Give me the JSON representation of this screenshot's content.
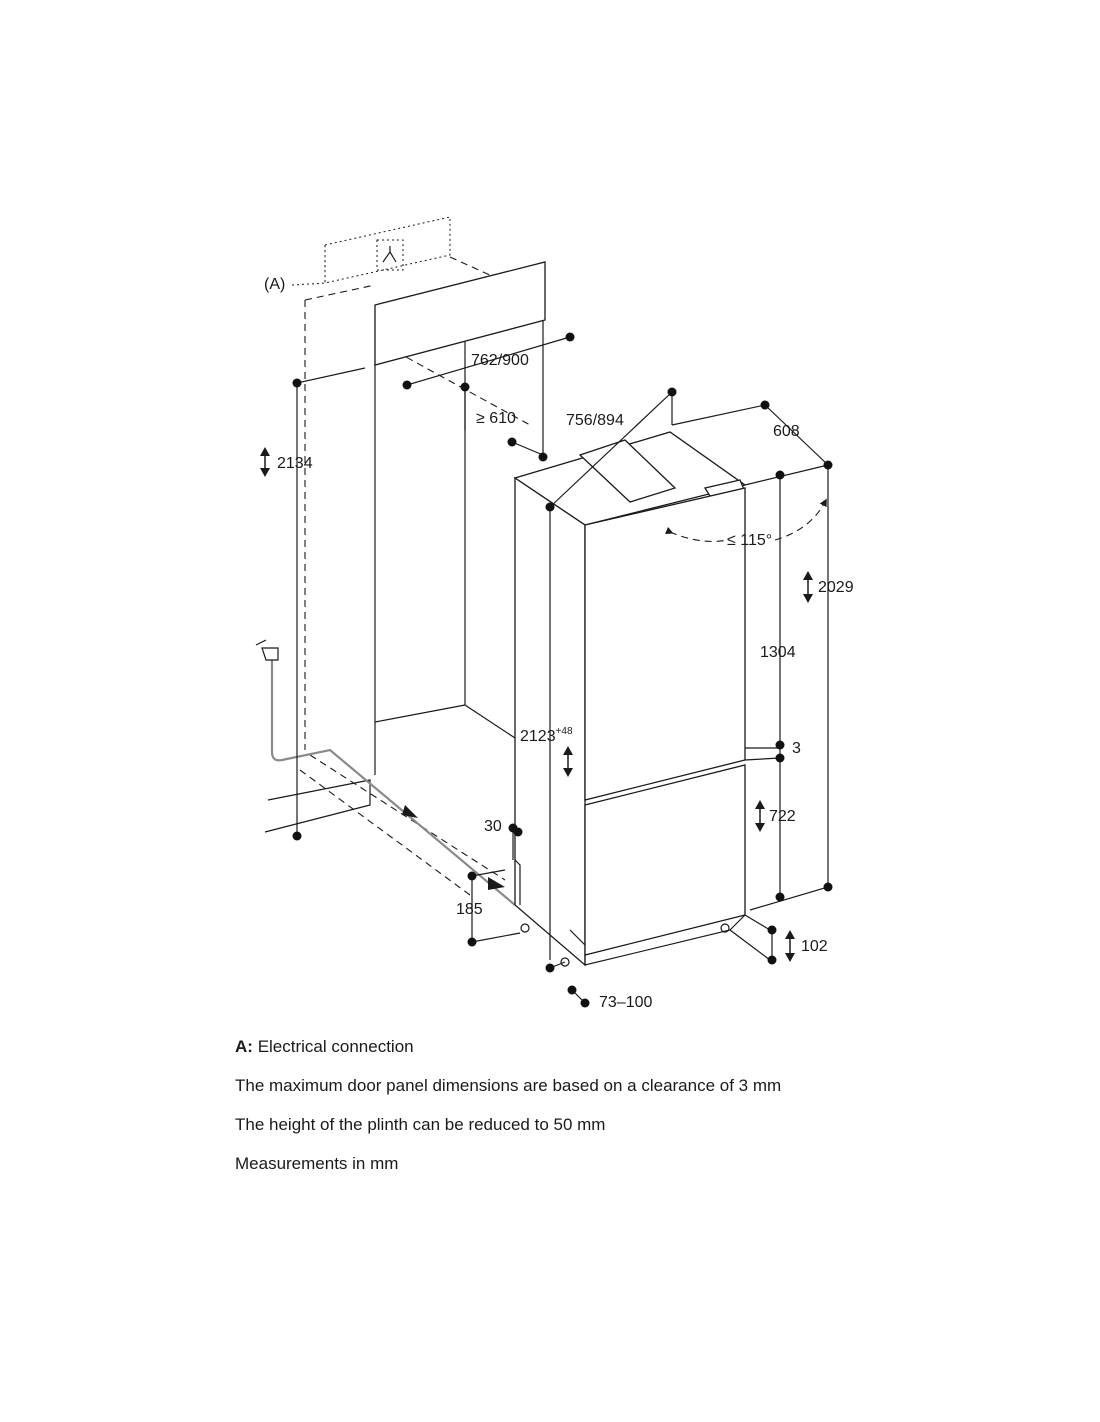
{
  "diagram": {
    "label_a": "(A)",
    "dimensions": {
      "niche_width": "762/900",
      "niche_depth_min": "≥ 610",
      "niche_height": "2134",
      "appliance_width": "756/894",
      "appliance_depth": "608",
      "door_angle": "≤ 115°",
      "appliance_height": "2029",
      "upper_door_height": "1304",
      "door_gap": "3",
      "lower_door_height": "722",
      "plinth_height": "102",
      "panel_height_base": "2123",
      "panel_height_tolerance": "+48",
      "side_offset": "30",
      "plinth_depth": "185",
      "plinth_setback": "73–100"
    }
  },
  "notes": {
    "a_key": "A:",
    "a_text": "Electrical connection",
    "line1": "The maximum door panel dimensions are based on a clearance of 3 mm",
    "line2": "The height of the plinth can be reduced to 50 mm",
    "line3": "Measurements in mm"
  }
}
